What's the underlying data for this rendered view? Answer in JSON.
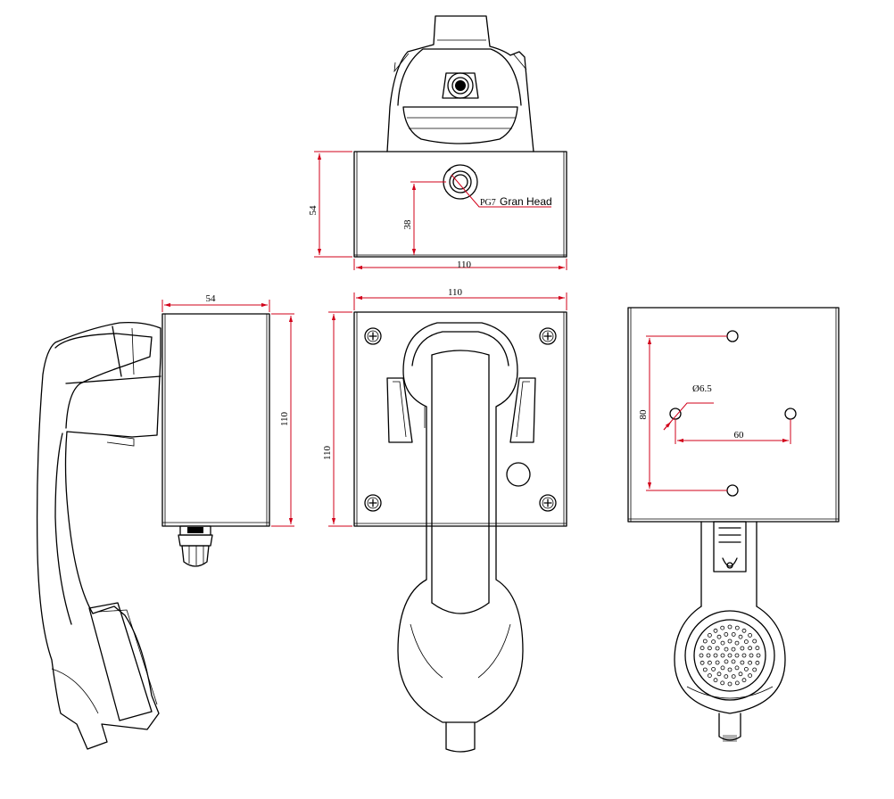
{
  "colors": {
    "outline": "#000000",
    "dimension": "#d2001a",
    "background": "#ffffff"
  },
  "top_view": {
    "dim_height": "54",
    "dim_gland_height": "38",
    "dim_width": "110",
    "gland_thread": "PG7",
    "gland_label": "Gran Head"
  },
  "side_view": {
    "dim_depth": "54",
    "dim_height": "110"
  },
  "front_view": {
    "dim_width": "110",
    "dim_height": "110"
  },
  "back_view": {
    "dim_hole_diameter": "Ø6.5",
    "dim_vertical_spacing": "80",
    "dim_horizontal_spacing": "60"
  }
}
